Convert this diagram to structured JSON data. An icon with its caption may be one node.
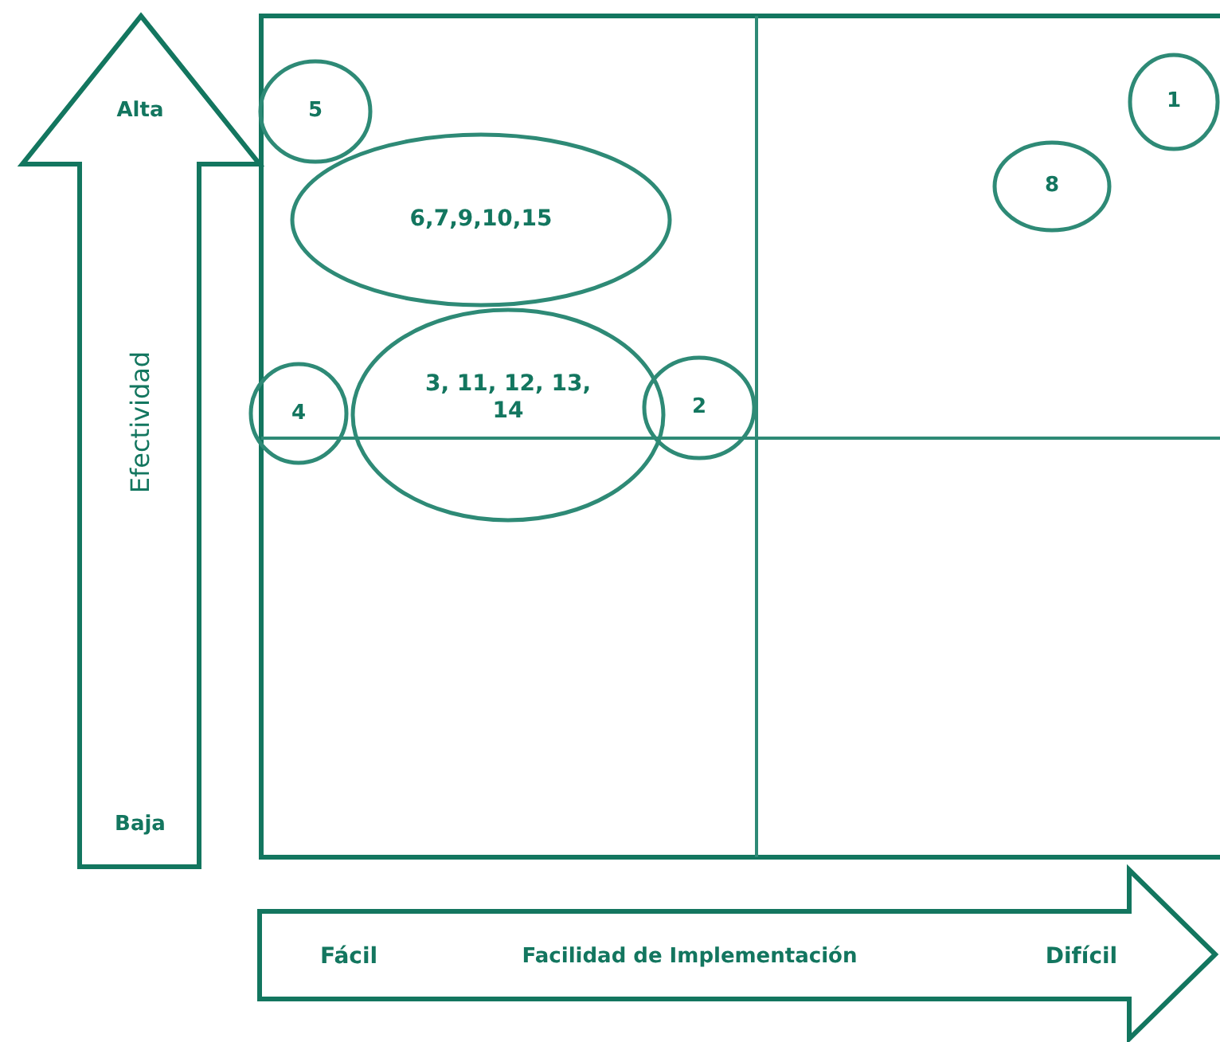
{
  "diagram": {
    "nodes": [
      {
        "text": [
          "Alta",
          "Efectividad",
          "Baja"
        ]
      },
      {
        "text": [
          "5"
        ]
      },
      {
        "text": [
          "1"
        ]
      },
      {
        "text": [
          "8"
        ]
      },
      {
        "text": [
          "6,7,9,10,15"
        ]
      },
      {
        "text": [
          "4"
        ]
      },
      {
        "text": [
          "3, 11, 12, 13, 14"
        ]
      },
      {
        "text": [
          "2"
        ]
      },
      {
        "text": [
          "Fácil",
          "Facilidad de Implementación",
          "Difícil"
        ]
      }
    ]
  }
}
